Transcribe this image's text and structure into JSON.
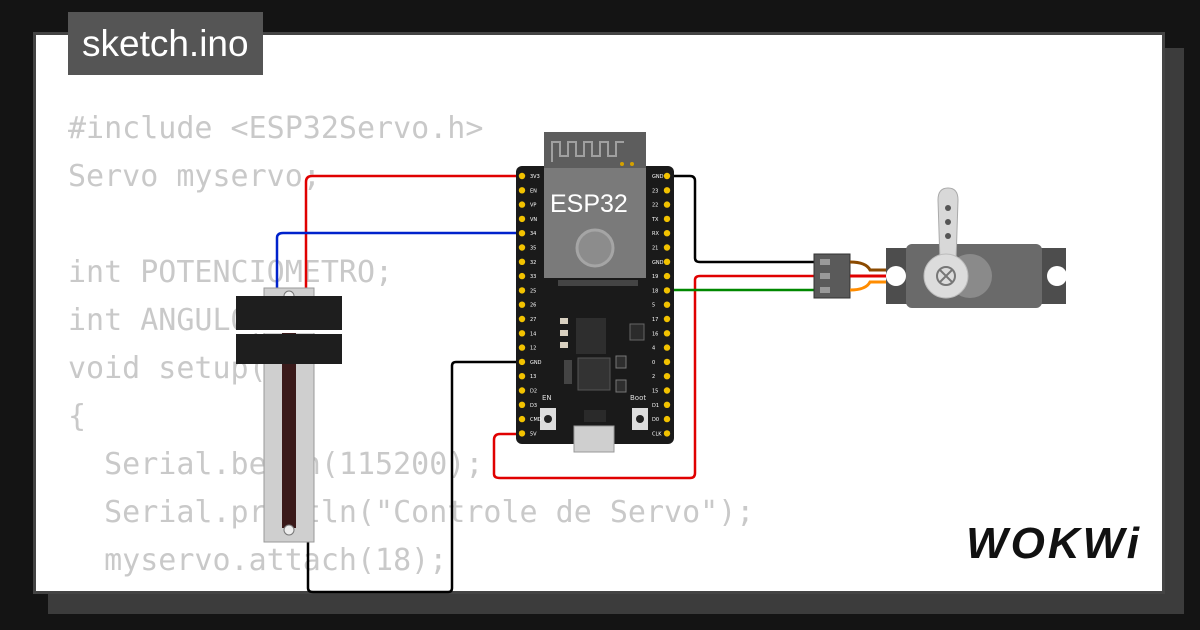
{
  "tab": {
    "filename": "sketch.ino"
  },
  "code": {
    "lines": [
      "#include <ESP32Servo.h>",
      "Servo myservo;",
      "",
      "int POTENCIOMETRO;",
      "int ANGULO;",
      "void setup()",
      "{",
      "  Serial.begin(115200);",
      "  Serial.println(\"Controle de Servo\");",
      "  myservo.attach(18);",
      "}"
    ]
  },
  "board": {
    "label": "ESP32",
    "button_en": "EN",
    "button_boot": "Boot",
    "left_pins": [
      "3V3",
      "EN",
      "VP",
      "VN",
      "34",
      "35",
      "32",
      "33",
      "25",
      "26",
      "27",
      "14",
      "12",
      "GND",
      "13",
      "D2",
      "D3",
      "CMD",
      "5V"
    ],
    "right_pins": [
      "GND",
      "23",
      "22",
      "TX",
      "RX",
      "21",
      "GND",
      "19",
      "18",
      "5",
      "17",
      "16",
      "4",
      "0",
      "2",
      "15",
      "D1",
      "D0",
      "CLK"
    ]
  },
  "brand": {
    "logo": "WOKWi"
  },
  "colors": {
    "wire_power": "#e00000",
    "wire_signal": "#0022cc",
    "wire_ground": "#000000",
    "wire_servo_signal": "#008800",
    "board": "#1a1a1a",
    "pin": "#f2c200"
  }
}
